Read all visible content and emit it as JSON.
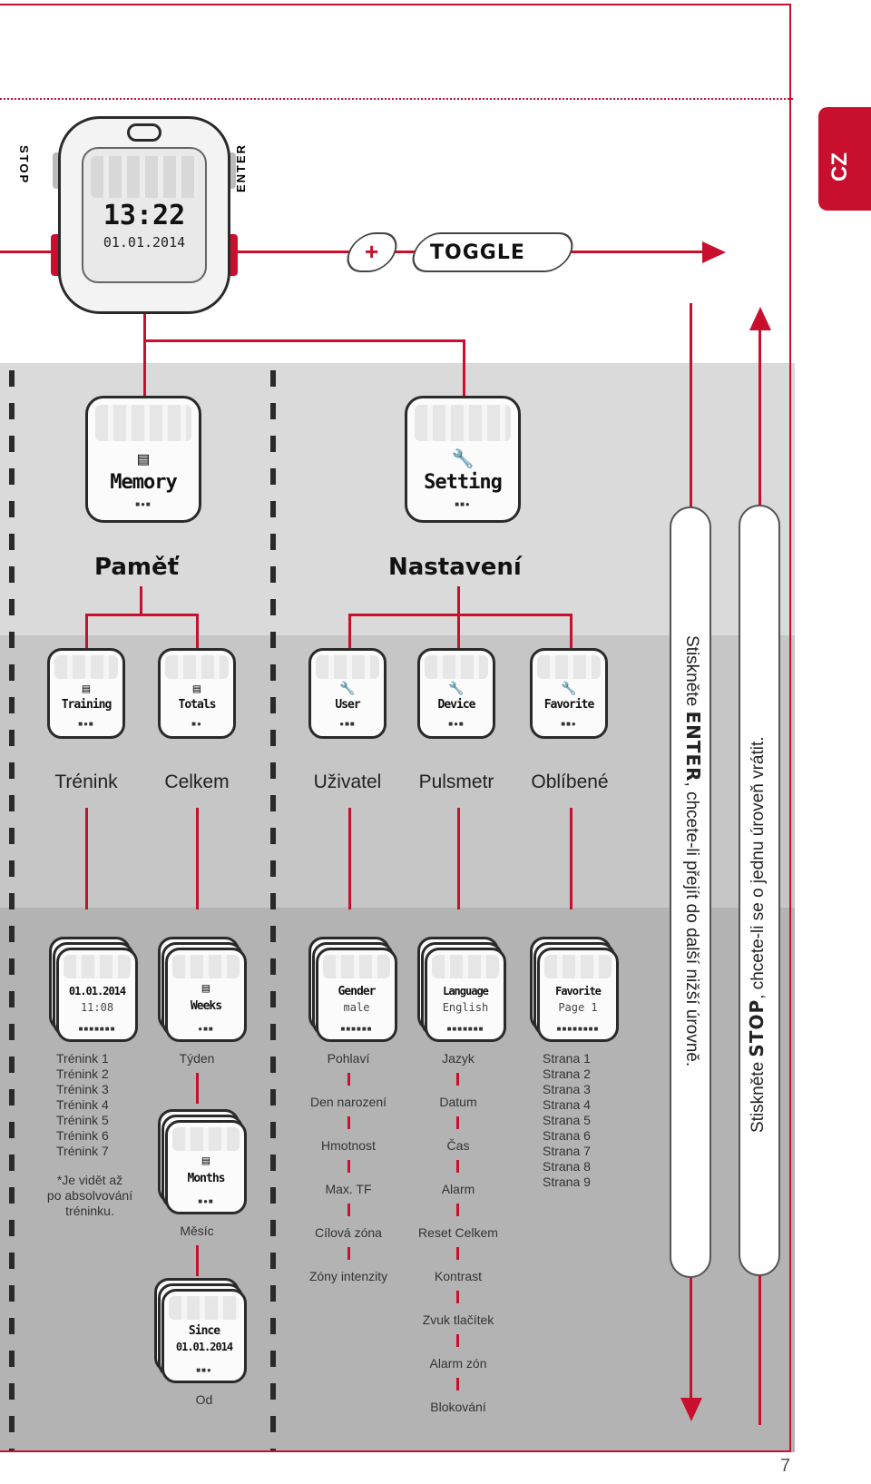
{
  "lang_tab": "CZ",
  "colors": {
    "accent": "#c8102e",
    "tab": "#c8102e"
  },
  "watch": {
    "button_left": "STOP",
    "button_right": "ENTER",
    "time": "13:22",
    "date": "01.01.2014",
    "logo": "sigma-logo"
  },
  "toggle": {
    "plus": "+",
    "label": "TOGGLE"
  },
  "sections": {
    "memory": {
      "screen_title": "Memory",
      "heading": "Paměť"
    },
    "settings": {
      "screen_title": "Setting",
      "heading": "Nastavení"
    }
  },
  "submenus": {
    "training": {
      "screen": "Training",
      "label": "Trénink"
    },
    "totals": {
      "screen": "Totals",
      "label": "Celkem"
    },
    "user": {
      "screen": "User",
      "label": "Uživatel"
    },
    "device": {
      "screen": "Device",
      "label": "Pulsmetr"
    },
    "favorite": {
      "screen": "Favorite",
      "label": "Oblíbené"
    }
  },
  "details": {
    "training": {
      "screen_l1": "01.01.2014",
      "screen_l2": "11:08",
      "items": [
        "Trénink 1",
        "Trénink 2",
        "Trénink 3",
        "Trénink 4",
        "Trénink 5",
        "Trénink 6",
        "Trénink 7"
      ],
      "note": [
        "*Je vidět až",
        "po absolvování",
        "tréninku."
      ]
    },
    "totals": {
      "weeks_screen": "Weeks",
      "weeks_label": "Týden",
      "months_screen": "Months",
      "months_label": "Měsíc",
      "since_screen_l1": "Since",
      "since_screen_l2": "01.01.2014",
      "since_label": "Od"
    },
    "user": {
      "screen_l1": "Gender",
      "screen_l2": "male",
      "items": [
        "Pohlaví",
        "Den narození",
        "Hmotnost",
        "Max. TF",
        "Cílová zóna",
        "Zóny intenzity"
      ]
    },
    "device": {
      "screen_l1": "Language",
      "screen_l2": "English",
      "items": [
        "Jazyk",
        "Datum",
        "Čas",
        "Alarm",
        "Reset Celkem",
        "Kontrast",
        "Zvuk tlačítek",
        "Alarm zón",
        "Blokování"
      ]
    },
    "favorite": {
      "screen_l1": "Favorite",
      "screen_l2": "Page 1",
      "items": [
        "Strana 1",
        "Strana 2",
        "Strana 3",
        "Strana 4",
        "Strana 5",
        "Strana 6",
        "Strana 7",
        "Strana 8",
        "Strana 9"
      ]
    }
  },
  "instructions": {
    "enter": {
      "pre": "Stiskněte ",
      "key": "ENTER",
      "post": ", chcete-li přejít do další nižší úrovně."
    },
    "stop": {
      "pre": "Stiskněte ",
      "key": "STOP",
      "post": ", chcete-li se o jednu úroveň vrátit."
    }
  },
  "page_number": "7"
}
